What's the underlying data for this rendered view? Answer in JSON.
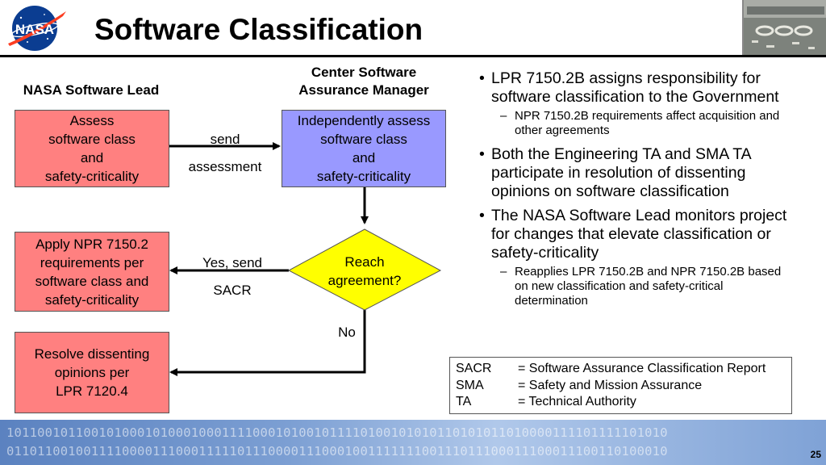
{
  "header": {
    "title": "Software Classification",
    "logo_text": "NASA",
    "logo_icon": "nasa-meatball-logo",
    "photo_icon": "facility-aerial-photo-100"
  },
  "diagram": {
    "left_lane_title": "NASA Software Lead",
    "right_lane_title": [
      "Center Software",
      "Assurance Manager"
    ],
    "assess_box": [
      "Assess",
      "software class",
      "and",
      "safety-criticality"
    ],
    "independent_box": [
      "Independently assess",
      "software class",
      "and",
      "safety-criticality"
    ],
    "apply_box": [
      "Apply NPR 7150.2",
      "requirements per",
      "software class and",
      "safety-criticality"
    ],
    "resolve_box": [
      "Resolve dissenting",
      "opinions per",
      "LPR 7120.4"
    ],
    "decision": [
      "Reach",
      "agreement?"
    ],
    "send_label": [
      "send",
      "assessment"
    ],
    "yes_label": [
      "Yes, send",
      "SACR"
    ],
    "no_label": "No",
    "colors": {
      "requirement_box": "#ff8080",
      "assurance_box": "#9999ff",
      "decision": "#ffff00"
    }
  },
  "bullets": [
    {
      "text": "LPR 7150.2B assigns responsibility for software classification to the Government",
      "sub": [
        "NPR 7150.2B requirements affect acquisition and other agreements"
      ]
    },
    {
      "text": "Both the Engineering TA and SMA TA participate in resolution of dissenting opinions on software classification",
      "sub": []
    },
    {
      "text": "The NASA Software Lead monitors project for changes that elevate classification or safety-criticality",
      "sub": [
        "Reapplies LPR 7150.2B and NPR 7150.2B based on new classification and safety-critical determination"
      ]
    }
  ],
  "legend": [
    {
      "abbr": "SACR",
      "definition": "= Software Assurance Classification Report"
    },
    {
      "abbr": "SMA",
      "definition": "= Safety and Mission Assurance"
    },
    {
      "abbr": "TA",
      "definition": "= Technical Authority"
    }
  ],
  "footer": {
    "binary_line_1": "10110010110010100010100010001111000101001011110100101010110101011010000111101111101010",
    "binary_line_2": "01101100100111100001110001111101110000111000100111111100111011100011100011100110100010",
    "page_number": "25"
  }
}
